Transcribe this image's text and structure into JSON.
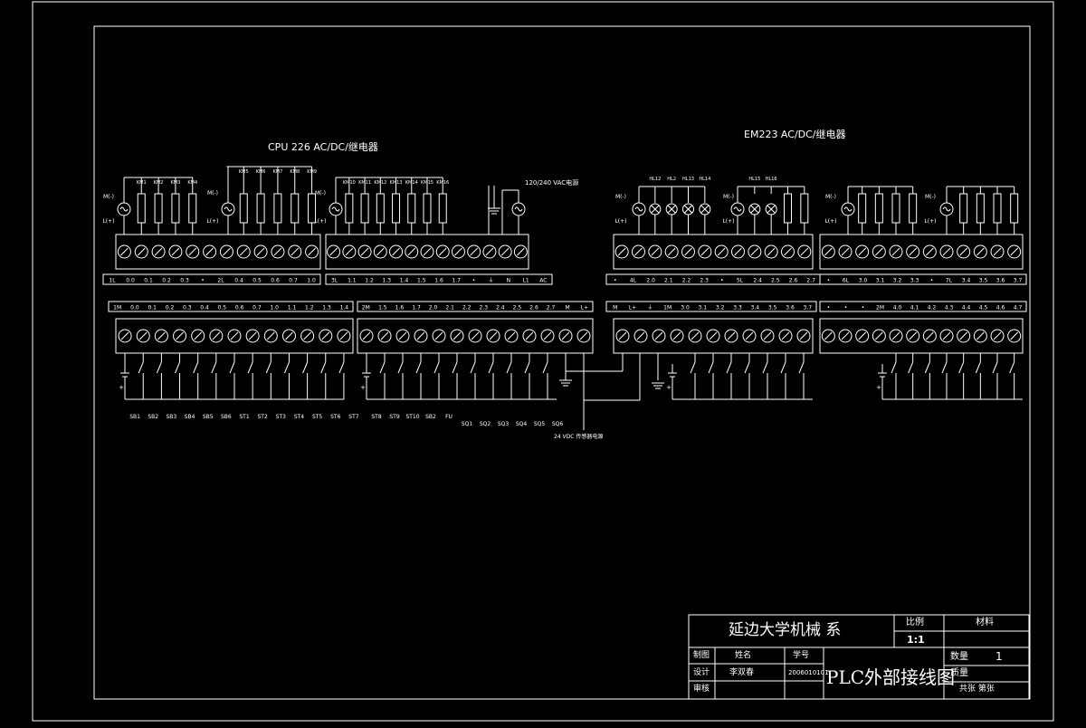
{
  "title_block": {
    "school": "延边大学机械  系",
    "scale_label": "比例",
    "scale_value": "1:1",
    "material_label": "材料",
    "drawing_name": "PLC外部接线图",
    "drawn_label": "制图",
    "design_label": "设计",
    "review_label": "审核",
    "name_label": "姓名",
    "student_id_label": "学号",
    "designer_name": "李双春",
    "student_id": "2006010101",
    "quantity_label": "数量",
    "quantity_value": "1",
    "weight_label": "质量",
    "sheets_label": "共张 第张"
  },
  "cpu": {
    "title": "CPU 226 AC/DC/继电器",
    "power_label": "120/240 VAC电源",
    "upper_terminals_a": [
      "1L",
      "0.0",
      "0.1",
      "0.2",
      "0.3",
      "•",
      "2L",
      "0.4",
      "0.5",
      "0.6",
      "0.7",
      "1.0"
    ],
    "upper_terminals_b": [
      "3L",
      "1.1",
      "1.2",
      "1.3",
      "1.4",
      "1.5",
      "1.6",
      "1.7",
      "•",
      "⏚",
      "N",
      "L1",
      "AC"
    ],
    "lower_terminals_a": [
      "1M",
      "0.0",
      "0.1",
      "0.2",
      "0.3",
      "0.4",
      "0.5",
      "0.6",
      "0.7",
      "1.0",
      "1.1",
      "1.2",
      "1.3",
      "1.4"
    ],
    "lower_terminals_b": [
      "2M",
      "1.5",
      "1.6",
      "1.7",
      "2.0",
      "2.1",
      "2.2",
      "2.3",
      "2.4",
      "2.5",
      "2.6",
      "2.7",
      "M",
      "L+"
    ],
    "input_labels_a": [
      "SB1",
      "SB2",
      "SB3",
      "SB4",
      "SB5",
      "SB6",
      "ST1",
      "ST2",
      "ST3",
      "ST4",
      "ST5",
      "ST6",
      "ST7"
    ],
    "input_labels_b": [
      "ST8",
      "ST9",
      "ST10",
      "SB2",
      "FU",
      "SQ1",
      "SQ2",
      "SQ3",
      "SQ4",
      "SQ5",
      "SQ6"
    ],
    "output_coils_a": [
      "KM1",
      "KM2",
      "KM3",
      "KM4",
      "KM5",
      "KM6",
      "KM7",
      "KM8",
      "KM9"
    ],
    "output_coils_b": [
      "KM10",
      "KM11",
      "KM12",
      "KM13",
      "KM14",
      "KM15",
      "KM16"
    ],
    "dc_label": "24 VDC 传感器电源",
    "m_minus": "M(-)",
    "l_plus": "L(+)"
  },
  "em": {
    "title": "EM223 AC/DC/继电器",
    "upper_terminals_a": [
      "•",
      "4L",
      "2.0",
      "2.1",
      "2.2",
      "2.3",
      "•",
      "5L",
      "2.4",
      "2.5",
      "2.6",
      "2.7"
    ],
    "upper_terminals_b": [
      "•",
      "6L",
      "3.0",
      "3.1",
      "3.2",
      "3.3",
      "•",
      "7L",
      "3.4",
      "3.5",
      "3.6",
      "3.7"
    ],
    "lower_terminals_a": [
      "M",
      "L+",
      "⏚",
      "1M",
      "3.0",
      "3.1",
      "3.2",
      "3.3",
      "3.4",
      "3.5",
      "3.6",
      "3.7"
    ],
    "lower_terminals_b": [
      "•",
      "•",
      "•",
      "2M",
      "4.0",
      "4.1",
      "4.2",
      "4.3",
      "4.4",
      "4.5",
      "4.6",
      "4.7"
    ],
    "output_labels": [
      "HL12",
      "HL2",
      "HL13",
      "HL14",
      "HL15",
      "HL16"
    ],
    "m_minus": "M(-)",
    "l_plus": "L(+)"
  },
  "colors": {
    "background": "#000000",
    "lines": "#ffffff"
  }
}
